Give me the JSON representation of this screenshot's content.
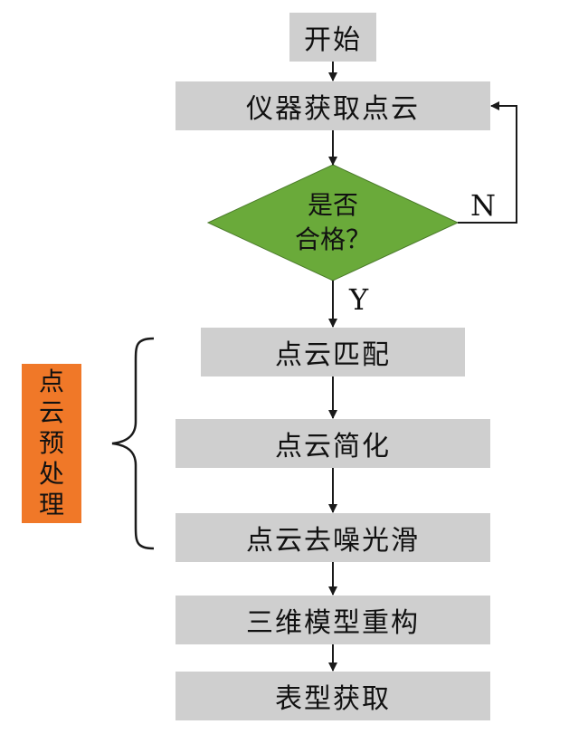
{
  "flow": {
    "start": "开始",
    "acquire": "仪器获取点云",
    "decision_line1": "是否",
    "decision_line2": "合格？",
    "no_label": "N",
    "yes_label": "Y",
    "registration": "点云匹配",
    "simplification": "点云简化",
    "denoise": "点云去噪光滑",
    "reconstruction": "三维模型重构",
    "extraction": "表型获取"
  },
  "side_group": {
    "chars": [
      "点",
      "云",
      "预",
      "处",
      "理"
    ]
  },
  "colors": {
    "box_fill": "#cfcfcf",
    "diamond_fill": "#6aaa3a",
    "side_label_fill": "#f07828",
    "line": "#1a1a1a"
  }
}
